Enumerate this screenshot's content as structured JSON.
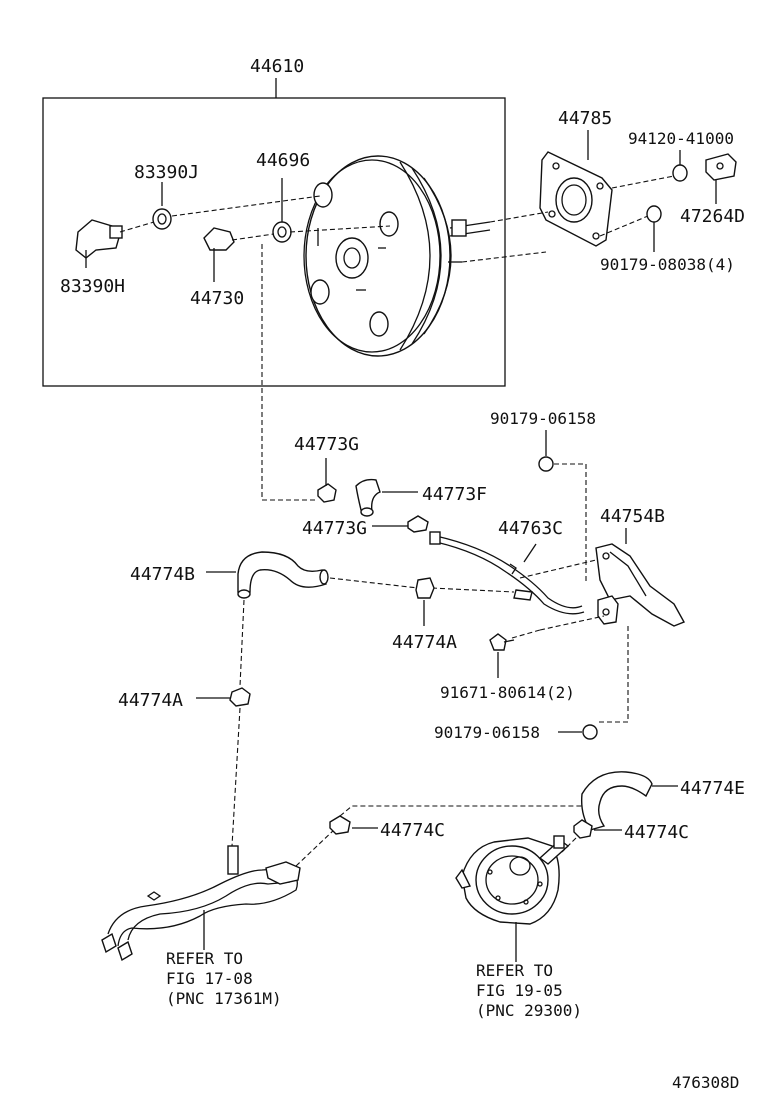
{
  "figure_id": "476308D",
  "labels": {
    "p44610": "44610",
    "p83390J": "83390J",
    "p83390H": "83390H",
    "p44696": "44696",
    "p44730": "44730",
    "p44785": "44785",
    "p94120": "94120-41000",
    "p47264D": "47264D",
    "p90179_08038": "90179-08038(4)",
    "p90179_06158_top": "90179-06158",
    "p44773G_top": "44773G",
    "p44773F": "44773F",
    "p44773G_bot": "44773G",
    "p44763C": "44763C",
    "p44754B": "44754B",
    "p44774B": "44774B",
    "p44774A_mid": "44774A",
    "p91671": "91671-80614(2)",
    "p44774A_left": "44774A",
    "p90179_06158_bot": "90179-06158",
    "p44774E": "44774E",
    "p44774C_mid": "44774C",
    "p44774C_right": "44774C"
  },
  "references": {
    "left": {
      "line1": "REFER TO",
      "line2": "FIG 17-08",
      "line3": "(PNC 17361M)"
    },
    "right": {
      "line1": "REFER TO",
      "line2": "FIG 19-05",
      "line3": "(PNC 29300)"
    }
  }
}
